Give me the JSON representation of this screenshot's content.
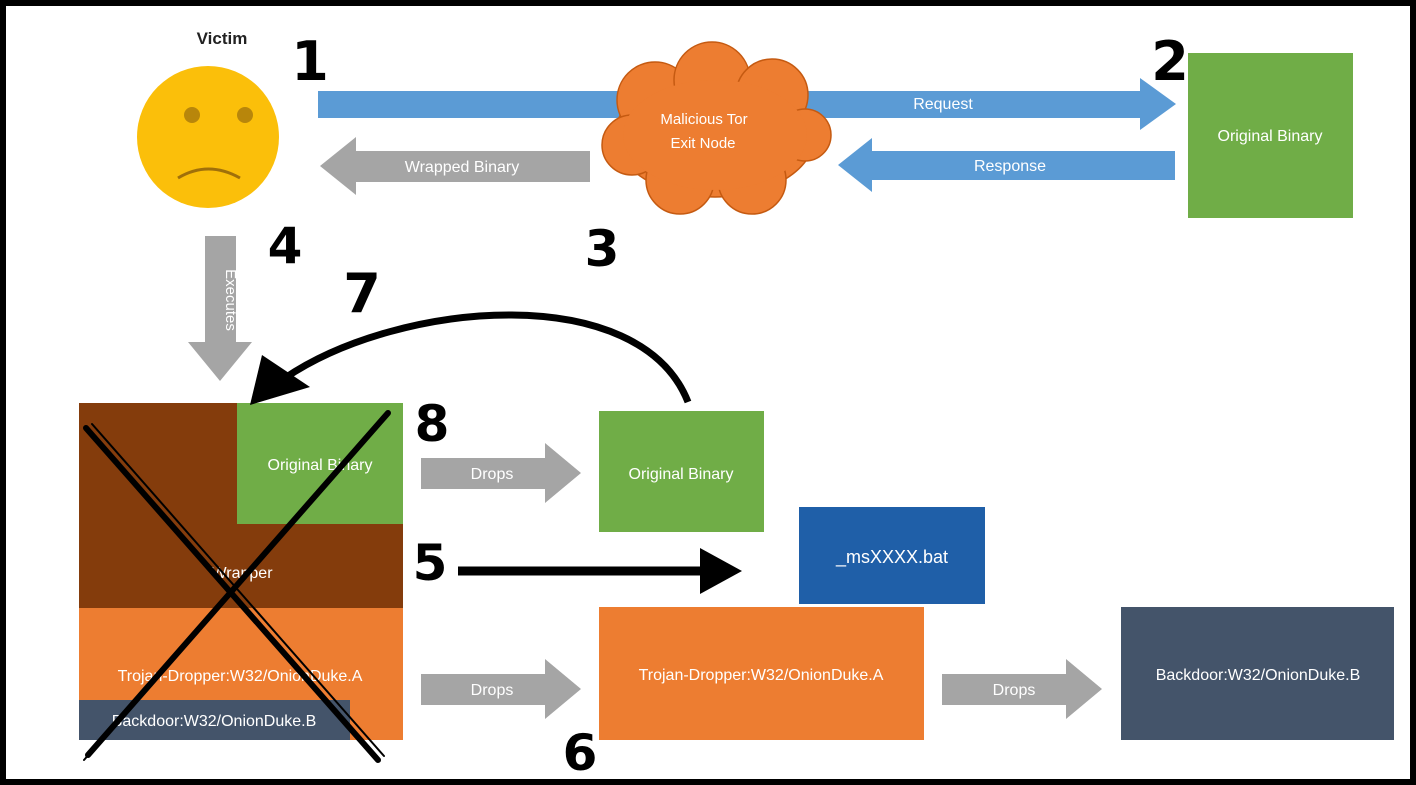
{
  "victim": {
    "label": "Victim"
  },
  "cloud": {
    "line1": "Malicious Tor",
    "line2": "Exit Node"
  },
  "arrows": {
    "request": "Request",
    "response": "Response",
    "wrapped": "Wrapped Binary",
    "executes": "Executes",
    "drops1": "Drops",
    "drops2": "Drops",
    "drops3": "Drops"
  },
  "boxes": {
    "original_top": "Original Binary",
    "original_inner": "Original Binary",
    "original_dropped": "Original Binary",
    "wrapper": "Wrapper",
    "dropper_inner": "Trojan-Dropper:W32/OnionDuke.A",
    "backdoor_inner": "Backdoor:W32/OnionDuke.B",
    "bat": "_msXXXX.bat",
    "dropper_dropped": "Trojan-Dropper:W32/OnionDuke.A",
    "backdoor_dropped": "Backdoor:W32/OnionDuke.B"
  },
  "steps": [
    "1",
    "2",
    "3",
    "4",
    "5",
    "6",
    "7",
    "8"
  ],
  "colors": {
    "blue_arrow": "#5b9bd5",
    "gray_arrow": "#a5a5a5",
    "orange": "#ed7d31",
    "green": "#70ad47",
    "brown": "#843c0c",
    "navy": "#44546a",
    "bat_blue": "#1f5fa8",
    "face": "#fbbf0a"
  },
  "icons": {
    "victim": "sad-face-icon",
    "node": "cloud-icon"
  }
}
